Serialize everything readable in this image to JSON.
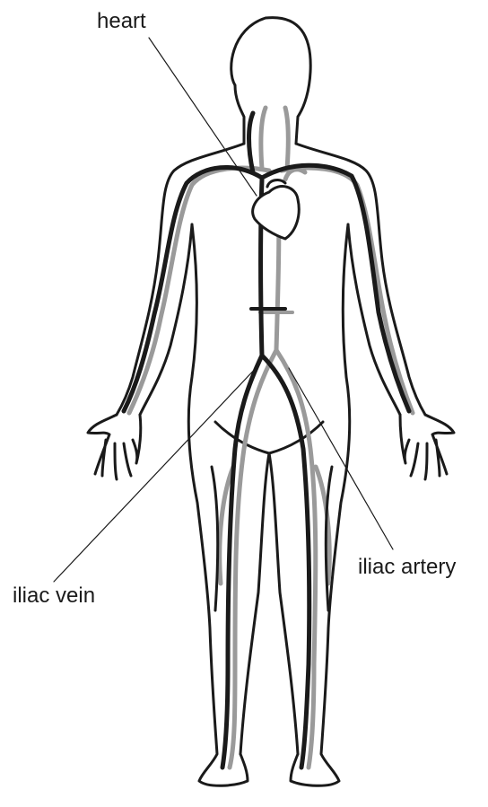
{
  "labels": {
    "heart": "heart",
    "iliac_vein": "iliac vein",
    "iliac_artery": "iliac artery"
  },
  "colors": {
    "outline": "#1a1a1a",
    "vein": "#1a1a1a",
    "artery": "#9a9a9a",
    "heart_fill": "#ffffff",
    "background": "#ffffff"
  }
}
